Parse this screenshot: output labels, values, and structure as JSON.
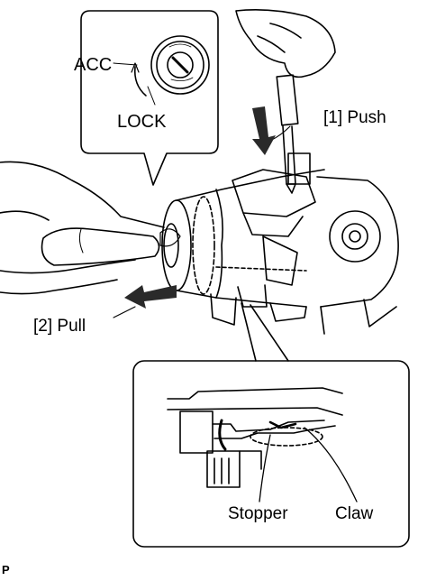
{
  "labels": {
    "acc": "ACC",
    "lock": "LOCK",
    "push": "[1] Push",
    "pull": "[2] Pull",
    "stopper": "Stopper",
    "claw": "Claw",
    "code": "P"
  },
  "colors": {
    "line": "#000000",
    "background": "#ffffff",
    "arrow": "#2a2a2a"
  }
}
